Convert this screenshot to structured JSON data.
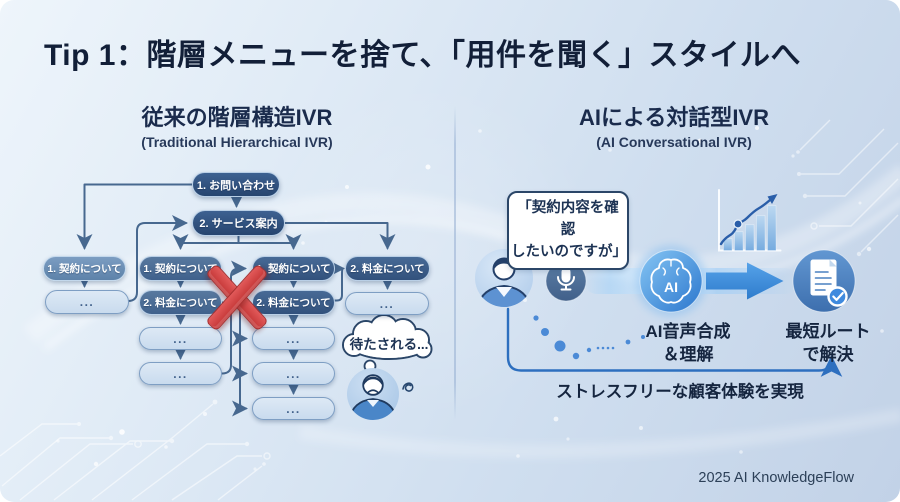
{
  "title": "Tip 1：階層メニューを捨て、「用件を聞く」スタイルへ",
  "footer": "2025 AI KnowledgeFlow",
  "left_panel": {
    "heading": "従来の階層構造IVR",
    "subheading": "(Traditional Hierarchical IVR)",
    "labels": {
      "inquiry": "1. お問い合わせ",
      "service": "2. サービス案内",
      "contract": "1. 契約について",
      "fee": "2. 料金について",
      "more": "..."
    },
    "thought": "待たされる..."
  },
  "right_panel": {
    "heading": "AIによる対話型IVR",
    "subheading": "(AI Conversational IVR)",
    "speech_line1": "「契約内容を確認",
    "speech_line2": "したいのですが」",
    "ai_badge": "AI",
    "ai_caption_line1": "AI音声合成",
    "ai_caption_line2": "＆理解",
    "doc_caption_line1": "最短ルート",
    "doc_caption_line2": "で解決",
    "flow_caption": "ストレスフリーな顧客体験を実現"
  },
  "colors": {
    "accent_blue": "#2f7fd6",
    "navy_text": "#13223c",
    "error_red": "#d64848",
    "node_dark": "#2e4d7c",
    "node_steel": "#41638f",
    "node_light_bg": "#d6e4f2",
    "connector": "#47688f"
  }
}
